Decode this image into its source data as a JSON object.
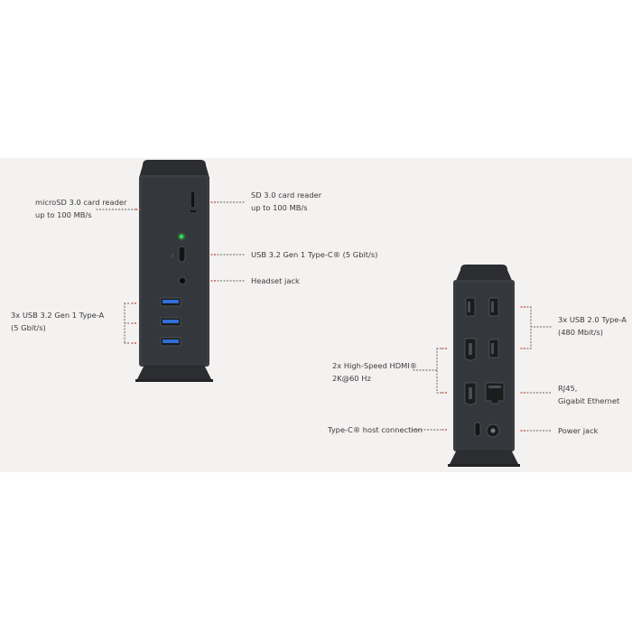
{
  "front_device": {
    "labels": {
      "microsd": [
        "microSD 3.0 card reader",
        "up to 100 MB/s"
      ],
      "sd": [
        "SD 3.0 card reader",
        "up to 100 MB/s"
      ],
      "usbc": [
        "USB 3.2 Gen 1 Type-C® (5 Gbit/s)"
      ],
      "headset": [
        "Headset jack"
      ],
      "usba": [
        "3x USB 3.2 Gen 1 Type-A",
        "(5 Gbit/s)"
      ]
    }
  },
  "back_device": {
    "labels": {
      "usb2": [
        "3x USB 2.0 Type-A",
        "(480 Mbit/s)"
      ],
      "hdmi": [
        "2x High-Speed HDMI®",
        "2K@60 Hz"
      ],
      "rj45": [
        "RJ45,",
        "Gigabit Ethernet"
      ],
      "typec_host": [
        "Type-C® host connection"
      ],
      "power": [
        "Power jack"
      ]
    }
  },
  "colors": {
    "device_body": "#36393d",
    "device_cap": "#2b2d30",
    "usb_blue": "#2f6fd6",
    "leader_red": "#c0392b",
    "leader_gray": "#7a7a7a",
    "led_green": "#39d353"
  }
}
